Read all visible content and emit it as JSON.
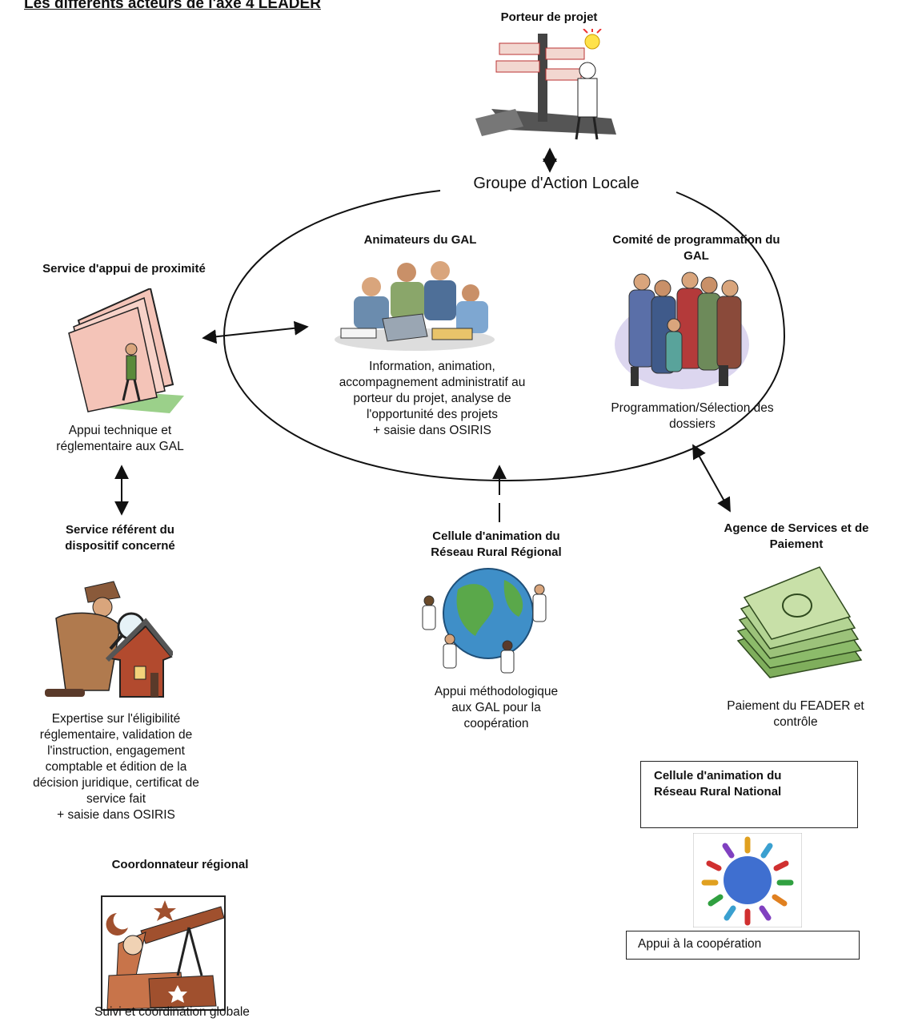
{
  "title": "Les différents acteurs de l'axe 4 LEADER",
  "porteur": {
    "label": "Porteur de projet",
    "icon": "crossroads-signpost-man"
  },
  "gal": {
    "label": "Groupe d'Action Locale"
  },
  "animateurs": {
    "title": "Animateurs du GAL",
    "desc": [
      "Information, animation,",
      "accompagnement administratif au",
      "porteur du projet, analyse de",
      "l'opportunité des projets",
      "+ saisie dans OSIRIS"
    ],
    "icon": "meeting-laptop"
  },
  "comite": {
    "title": [
      "Comité de programmation du",
      "GAL"
    ],
    "desc": [
      "Programmation/Sélection des",
      "dossiers"
    ],
    "icon": "group-of-people"
  },
  "proximite": {
    "title": "Service d'appui de proximité",
    "desc": [
      "Appui technique et",
      "réglementaire aux GAL"
    ],
    "icon": "papers-stack"
  },
  "referent": {
    "title": [
      "Service référent du",
      "dispositif concerné"
    ],
    "desc": [
      "Expertise sur l'éligibilité",
      "réglementaire, validation de",
      "l'instruction, engagement",
      "comptable et édition de la",
      "décision juridique, certificat de",
      "service fait",
      "+ saisie dans OSIRIS"
    ],
    "icon": "detective-house"
  },
  "rrr": {
    "title": [
      "Cellule d'animation du",
      "Réseau Rural Régional"
    ],
    "desc": [
      "Appui méthodologique",
      "aux GAL pour la",
      "coopération"
    ],
    "icon": "globe-people"
  },
  "asp": {
    "title": [
      "Agence de Services et de",
      "Paiement"
    ],
    "desc": [
      "Paiement du FEADER et",
      "contrôle"
    ],
    "icon": "money-stack"
  },
  "rrn": {
    "title": [
      "Cellule d'animation du",
      "Réseau Rural National"
    ],
    "desc": "Appui à la coopération",
    "icon": "people-circle"
  },
  "coord": {
    "title": "Coordonnateur régional",
    "desc": "Suivi et coordination globale",
    "icon": "astronomer-telescope"
  },
  "colors": {
    "line": "#111111",
    "paper": "#f4c4b8",
    "money": "#9cc27a",
    "globe": "#3f8fc8",
    "house": "#b24a2e"
  }
}
